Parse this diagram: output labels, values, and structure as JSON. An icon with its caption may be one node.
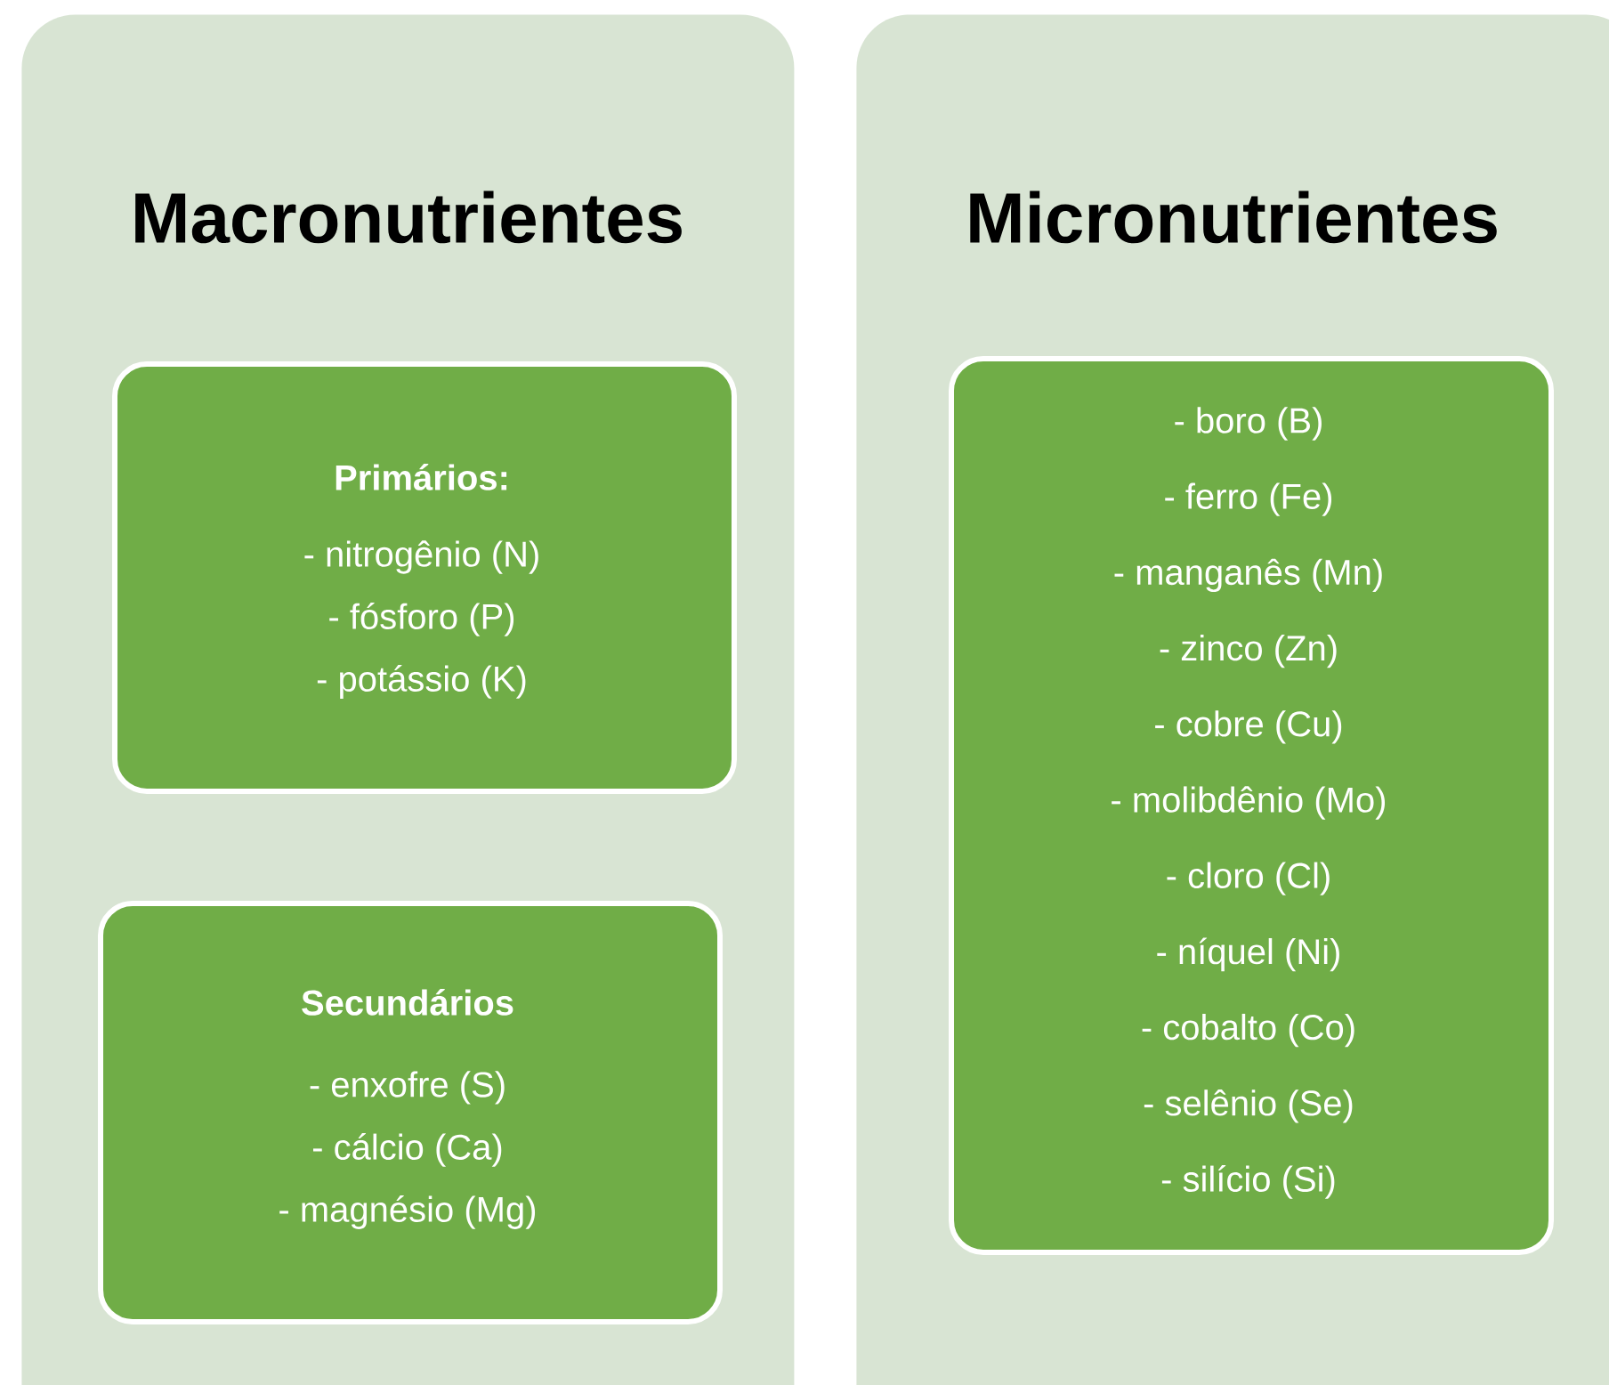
{
  "diagram": {
    "nodes": [
      {
        "text": [
          "Macronutrientes"
        ]
      },
      {
        "text": [
          "Primários:",
          "- nitrogênio (N)",
          "- fósforo (P)",
          "- potássio (K)"
        ],
        "in": 0
      },
      {
        "text": [
          "Secundários",
          "- enxofre (S)",
          "- cálcio (Ca)",
          "- magnésio (Mg)"
        ],
        "in": 0
      },
      {
        "text": [
          "Micronutrientes"
        ]
      },
      {
        "text": [
          "- boro (B)",
          "- ferro (Fe)",
          "- manganês (Mn)",
          "- zinco (Zn)",
          "- cobre (Cu)",
          "- molibdênio (Mo)",
          "- cloro (Cl)",
          "- níquel (Ni)",
          "- cobalto (Co)",
          "- selênio (Se)",
          "- silício (Si)"
        ],
        "in": 3
      }
    ]
  }
}
